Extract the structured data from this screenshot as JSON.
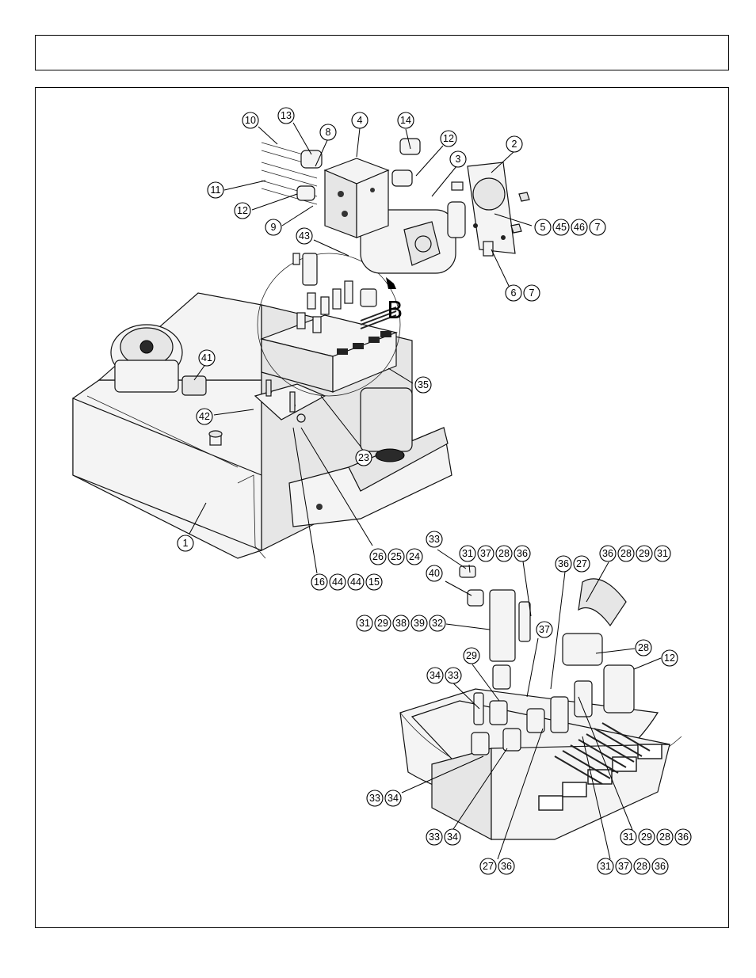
{
  "header": {
    "title": ""
  },
  "view_label": "B",
  "callouts": {
    "c10": "10",
    "c13": "13",
    "c8": "8",
    "c4": "4",
    "c14": "14",
    "c12a": "12",
    "c2": "2",
    "c3": "3",
    "c11": "11",
    "c12b": "12",
    "c9": "9",
    "c5": "5",
    "c45": "45",
    "c46": "46",
    "c7a": "7",
    "c43": "43",
    "c6": "6",
    "c7b": "7",
    "c41": "41",
    "c35": "35",
    "c42": "42",
    "c23": "23",
    "c1": "1",
    "c26": "26",
    "c25": "25",
    "c24": "24",
    "c16": "16",
    "c44a": "44",
    "c44b": "44",
    "c15": "15",
    "d33a": "33",
    "d31a": "31",
    "d37a": "37",
    "d28a": "28",
    "d36a": "36",
    "d36b": "36",
    "d27a": "27",
    "d36c": "36",
    "d28b": "28",
    "d29a": "29",
    "d31b": "31",
    "d40": "40",
    "d31c": "31",
    "d29b": "29",
    "d38": "38",
    "d39": "39",
    "d32": "32",
    "d37b": "37",
    "d28c": "28",
    "d12": "12",
    "d29c": "29",
    "d34a": "34",
    "d33b": "33",
    "d33c": "33",
    "d34b": "34",
    "d33d": "33",
    "d34c": "34",
    "d31d": "31",
    "d29d": "29",
    "d28d": "28",
    "d36d": "36",
    "d27b": "27",
    "d36e": "36",
    "d31e": "31",
    "d37c": "37",
    "d28e": "28",
    "d36f": "36"
  }
}
